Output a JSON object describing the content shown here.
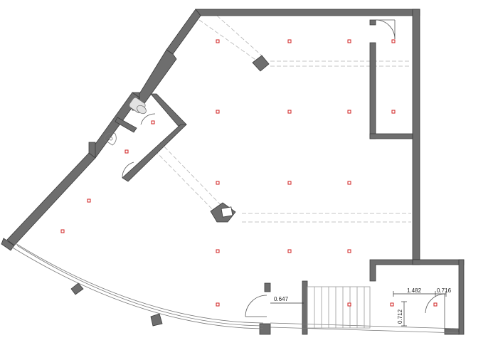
{
  "colors": {
    "wall_fill": "#6e6e6e",
    "wall_stroke": "#3a3a3a",
    "dashed_line": "#b4b4b4",
    "light_fixture": "#d02020",
    "window_line": "#7a7a7a",
    "dimension_line": "#333333"
  },
  "dimensions": {
    "width_1": "1.482",
    "width_2": "0.716",
    "door_width": "0.647",
    "vertical": "0.712"
  },
  "icons": [
    "toilet-icon",
    "sink-icon",
    "door-swing-icon",
    "stair-icon",
    "ceiling-light-icon",
    "column-icon"
  ]
}
